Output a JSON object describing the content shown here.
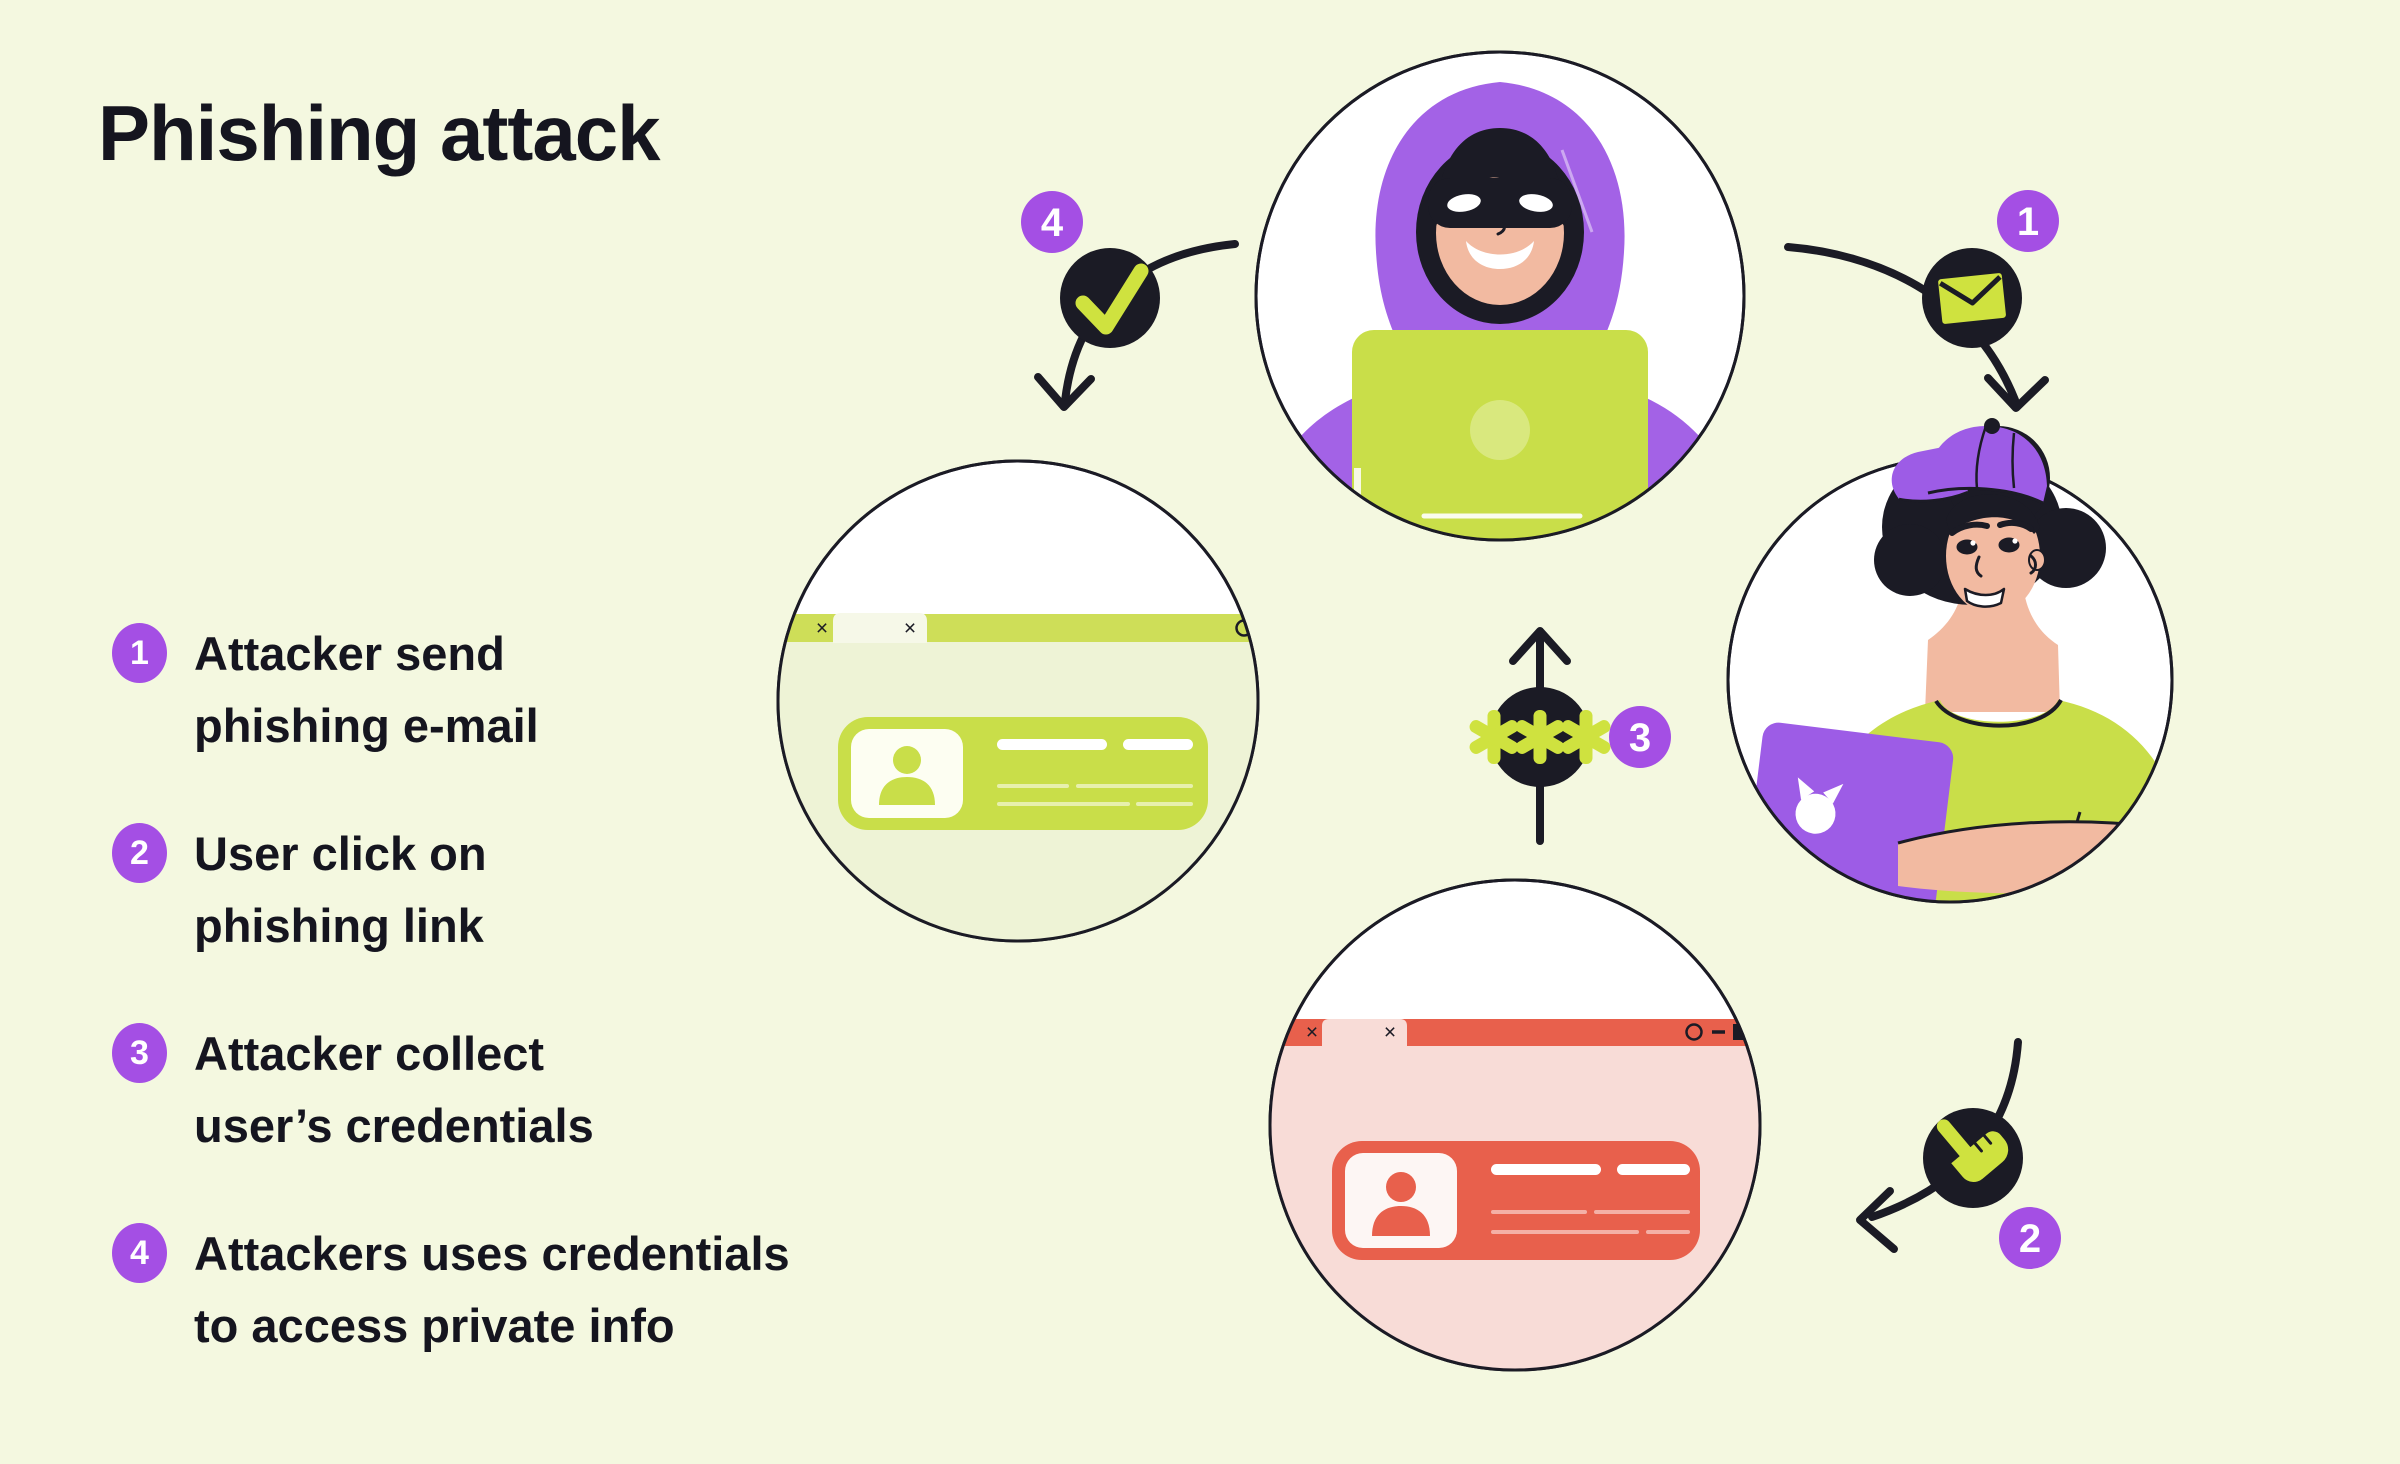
{
  "title": "Phishing attack",
  "steps": [
    {
      "num": "1",
      "lines": [
        "Attacker send",
        "phishing e-mail"
      ]
    },
    {
      "num": "2",
      "lines": [
        "User click on",
        "phishing link"
      ]
    },
    {
      "num": "3",
      "lines": [
        "Attacker collect",
        "user’s credentials"
      ]
    },
    {
      "num": "4",
      "lines": [
        "Attackers uses credentials",
        "to access private info"
      ]
    }
  ],
  "diagram": {
    "badges": [
      "1",
      "2",
      "3",
      "4"
    ],
    "password_mask": "***",
    "icons": {
      "step1": "envelope-icon",
      "step2": "pointer-hand-icon",
      "step3": "password-asterisks-icon",
      "step4": "checkmark-icon"
    },
    "nodes": {
      "top": "hacker-at-laptop",
      "right": "worried-user-at-laptop",
      "bottom": "phishing-site-browser-red",
      "left": "verified-site-browser-green"
    },
    "browser": {
      "close_glyph": "×",
      "window_controls": [
        "circle-icon",
        "minimize-icon",
        "maximize-icon"
      ]
    }
  },
  "colors": {
    "background": "#f4f8e0",
    "text_dark": "#15151f",
    "accent_purple": "#a44fe4",
    "hoodie_purple": "#a362e6",
    "cap_laptop_purple": "#9d5ce6",
    "lime": "#c9de49",
    "lime_bar": "#cede58",
    "black_icon": "#1b1b25",
    "coral_red": "#e8604c",
    "coral_light": "#f8dcd7",
    "green_pale": "#eef3d6",
    "skin": "#f2baa1",
    "white": "#ffffff"
  }
}
